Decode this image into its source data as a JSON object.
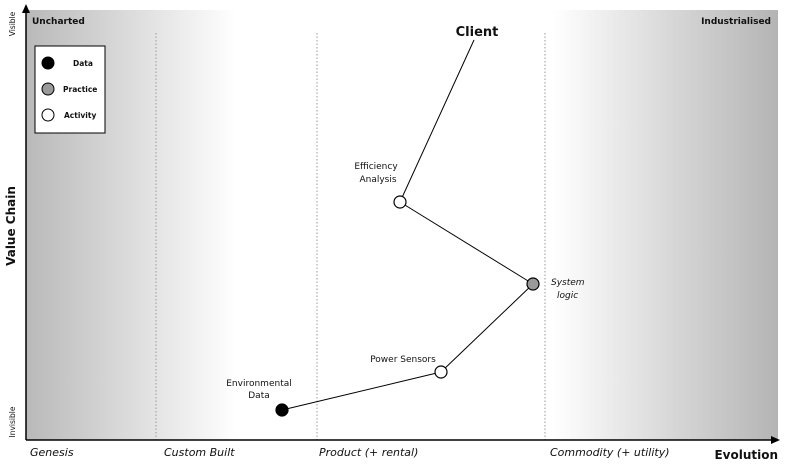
{
  "corners": {
    "left": "Uncharted",
    "right": "Industrialised"
  },
  "axes": {
    "y_title": "Value Chain",
    "y_top": "Visible",
    "y_bottom": "Invisible",
    "x_title": "Evolution"
  },
  "stages": [
    "Genesis",
    "Custom Built",
    "Product (+ rental)",
    "Commodity (+ utility)"
  ],
  "legend": [
    {
      "label": "Data",
      "fill": "#000000"
    },
    {
      "label": "Practice",
      "fill": "#9a9a9a"
    },
    {
      "label": "Activity",
      "fill": "#ffffff"
    }
  ],
  "nodes": {
    "client": {
      "label": "Client"
    },
    "efficiency": {
      "label_line1": "Efficiency",
      "label_line2": "Analysis"
    },
    "system": {
      "label_line1": "System",
      "label_line2": "logic"
    },
    "power": {
      "label": "Power Sensors"
    },
    "env": {
      "label_line1": "Environmental",
      "label_line2": "Data"
    }
  }
}
